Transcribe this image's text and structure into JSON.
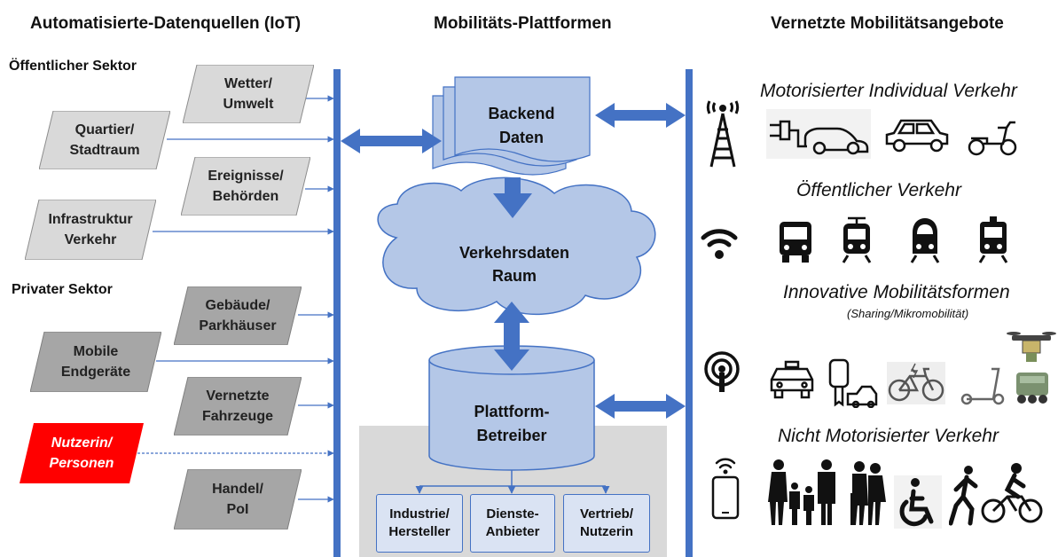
{
  "headers": {
    "left": "Automatisierte-Datenquellen (IoT)",
    "center": "Mobilitäts-Plattformen",
    "right": "Vernetzte Mobilitätsangebote"
  },
  "sectors": {
    "public": "Öffentlicher Sektor",
    "private": "Privater Sektor"
  },
  "sources": [
    {
      "label": "Wetter/\nUmwelt",
      "color": "#d9d9d9"
    },
    {
      "label": "Quartier/\nStadtraum",
      "color": "#d9d9d9"
    },
    {
      "label": "Ereignisse/\nBehörden",
      "color": "#d9d9d9"
    },
    {
      "label": "Infrastruktur\nVerkehr",
      "color": "#d9d9d9"
    },
    {
      "label": "Gebäude/\nParkhäuser",
      "color": "#a6a6a6"
    },
    {
      "label": "Mobile\nEndgeräte",
      "color": "#a6a6a6"
    },
    {
      "label": "Vernetzte\nFahrzeuge",
      "color": "#a6a6a6"
    },
    {
      "label": "Nutzerin/\nPersonen",
      "color": "#ff0000",
      "text_color": "#ffffff"
    },
    {
      "label": "Handel/\nPoI",
      "color": "#a6a6a6"
    }
  ],
  "platform": {
    "backend": "Backend\nDaten",
    "cloud": "Verkehrsdaten\nRaum",
    "operator": "Plattform-\nBetreiber",
    "boxes": [
      "Industrie/\nHersteller",
      "Dienste-\nAnbieter",
      "Vertrieb/\nNutzerin"
    ]
  },
  "offers": {
    "motorized": "Motorisierter Individual Verkehr",
    "public_transport": "Öffentlicher Verkehr",
    "innovative": "Innovative Mobilitätsformen",
    "innovative_sub": "(Sharing/Mikromobilität)",
    "non_motorized": "Nicht Motorisierter Verkehr"
  },
  "connectivity_icons": [
    "cell-tower-icon",
    "wifi-icon",
    "broadcast-icon",
    "smartphone-wifi-icon"
  ],
  "colors": {
    "accent": "#4472c4",
    "light_blue": "#b4c7e7",
    "platform_bg": "#d9d9d9"
  }
}
